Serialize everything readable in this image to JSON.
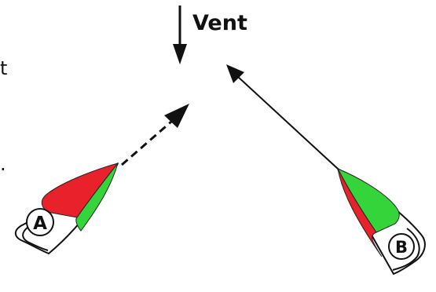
{
  "wind_label": "Vent",
  "boat_a_label": "A",
  "boat_b_label": "B",
  "left_edge_text": "t",
  "left_edge_dot": ".",
  "colors": {
    "ink": "#111111",
    "red": "#e8212b",
    "green": "#35d43a",
    "hull": "#ffffff"
  },
  "icons": {
    "wind": "down-arrow-icon",
    "boat_a_course": "dashed-arrow-icon",
    "boat_b_course": "solid-arrow-icon"
  }
}
